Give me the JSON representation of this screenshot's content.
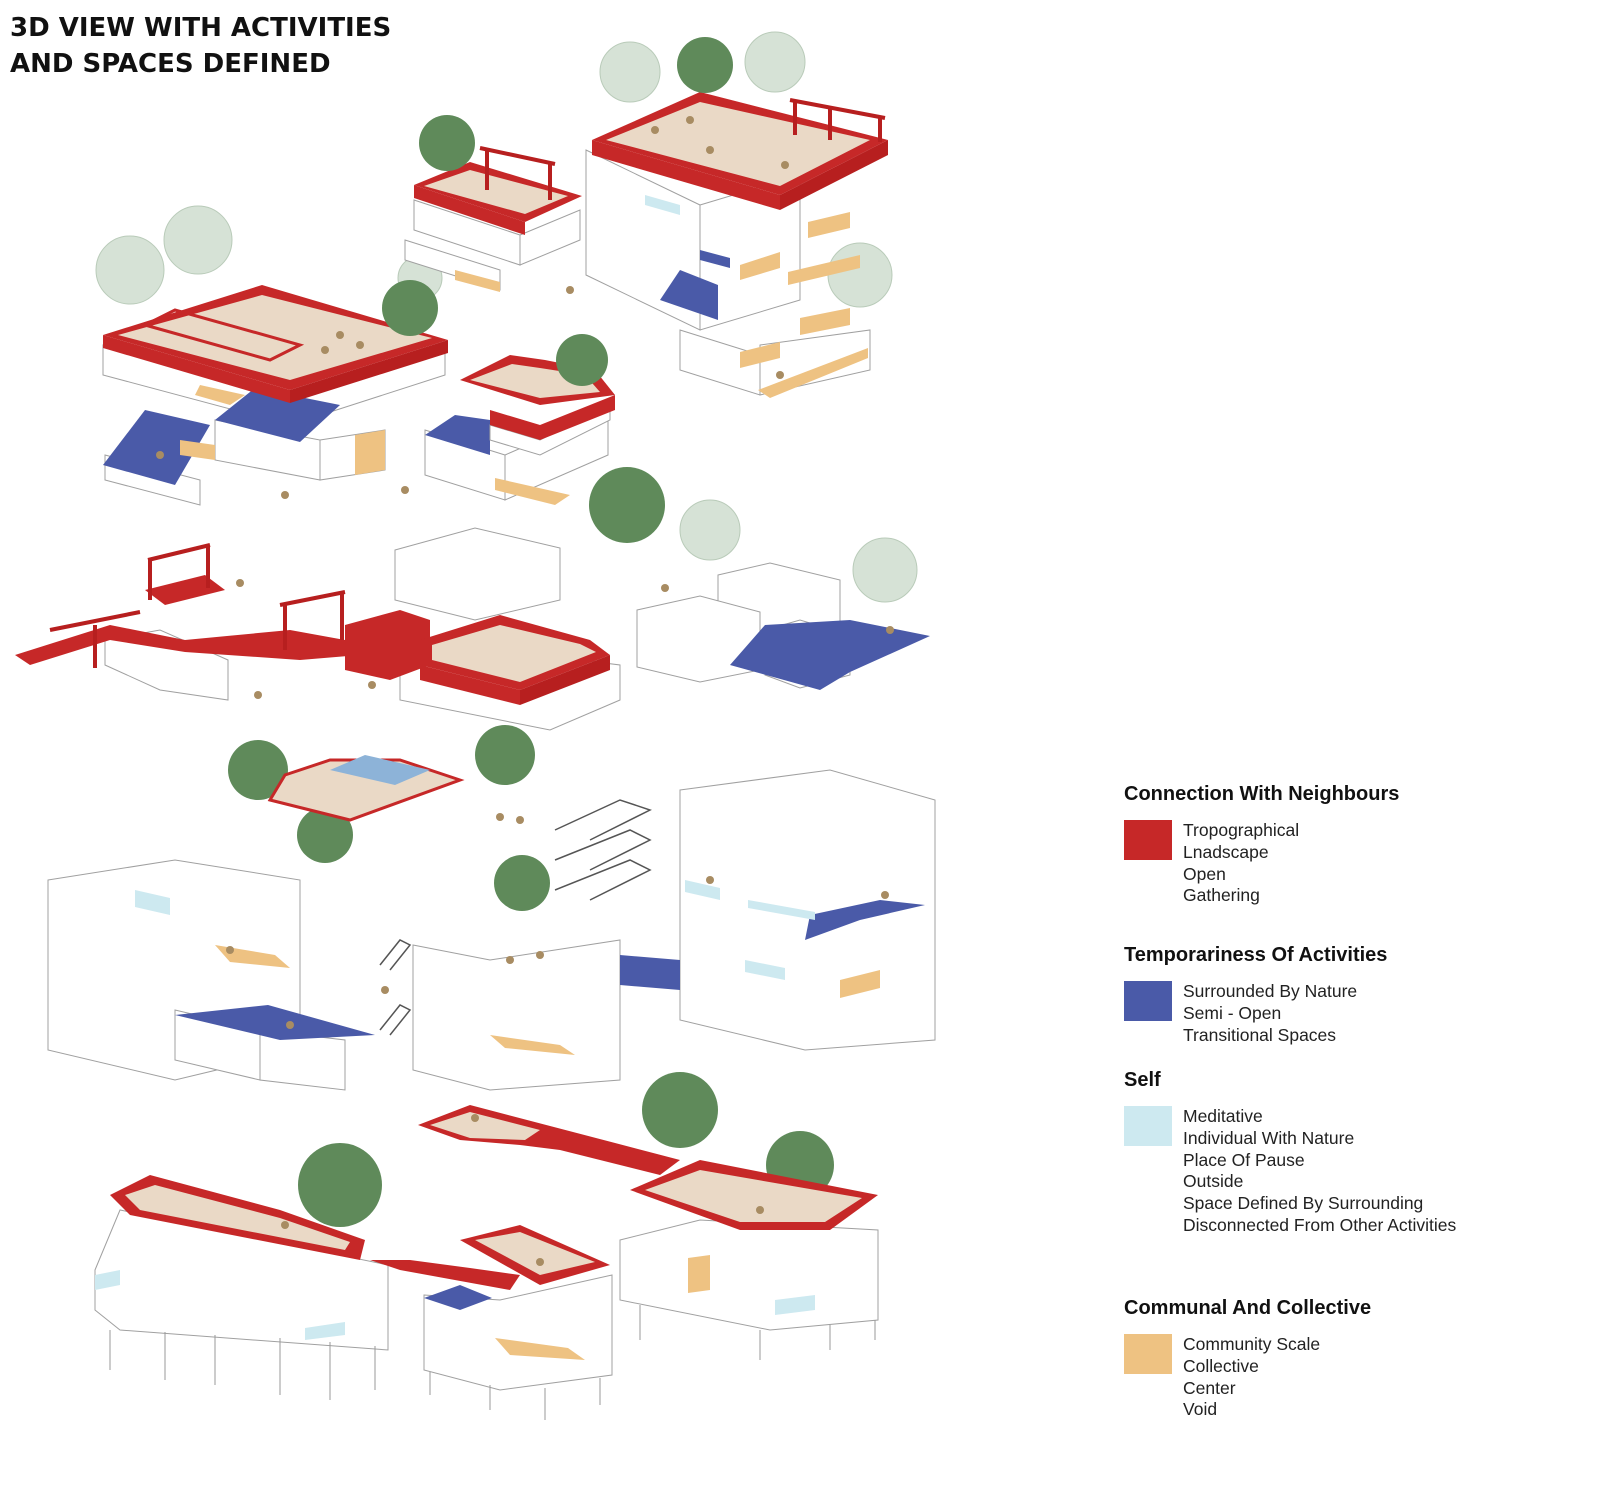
{
  "title": {
    "line1": "3D VIEW WITH ACTIVITIES",
    "line2": "AND SPACES DEFINED"
  },
  "legend": {
    "neighbours": {
      "heading": "Connection With Neighbours",
      "color": "#c62828",
      "lines": [
        "Tropographical",
        "Lnadscape",
        "Open",
        "Gathering"
      ]
    },
    "temporariness": {
      "heading": "Temporariness Of Activities",
      "color": "#4a5aa8",
      "lines": [
        "Surrounded By Nature",
        "Semi - Open",
        "Transitional Spaces"
      ]
    },
    "self": {
      "heading": "Self",
      "color": "#cde9f0",
      "lines": [
        "Meditative",
        "Individual With Nature",
        "Place Of Pause",
        "Outside",
        "Space Defined By Surrounding",
        "Disconnected From Other Activities"
      ]
    },
    "communal": {
      "heading": "Communal And Collective",
      "color": "#eec282",
      "lines": [
        "Community Scale",
        "Collective",
        "Center",
        "Void"
      ]
    }
  },
  "palette": {
    "red": "#c62828",
    "blue": "#4a5aa8",
    "light_blue": "#cde9f0",
    "orange": "#eec282",
    "deck": "#ead9c6",
    "tree": "#5f8a5a",
    "tree_faint": "#c9d9c9",
    "figure": "#a88c62",
    "outline": "#9a9a9a"
  }
}
